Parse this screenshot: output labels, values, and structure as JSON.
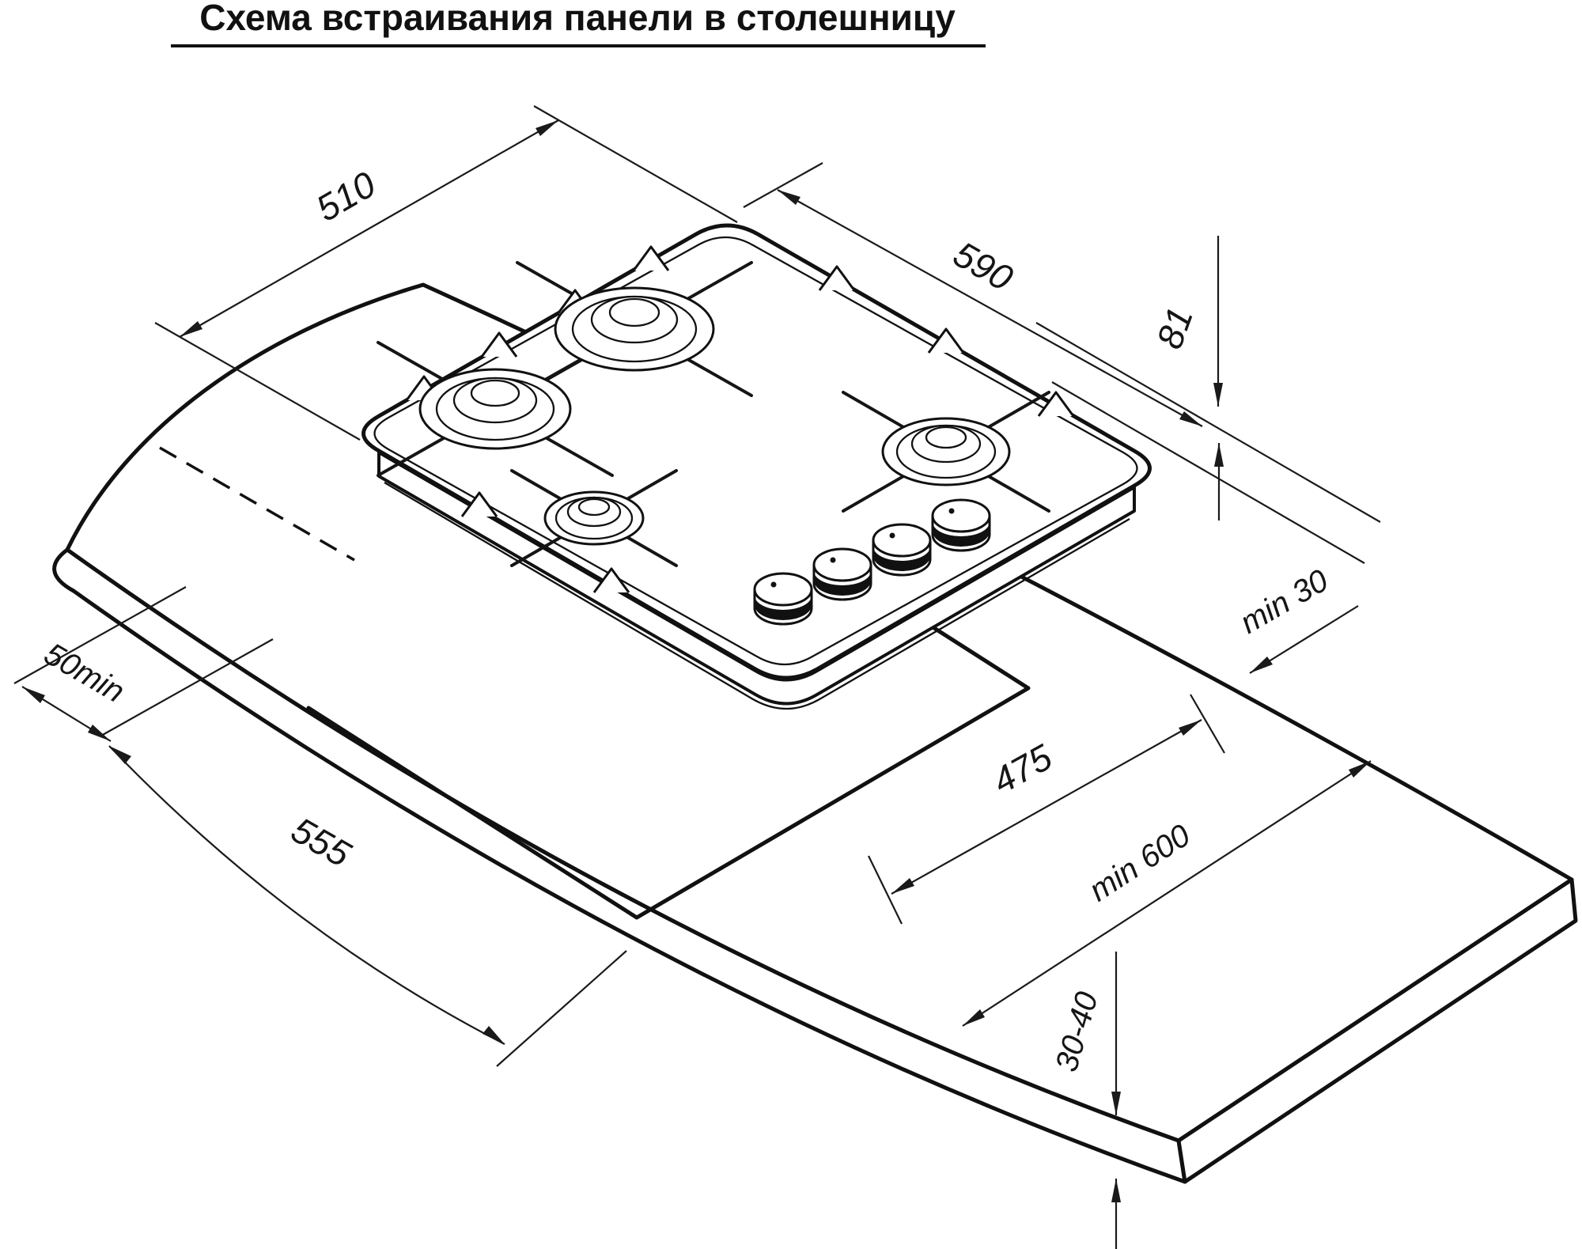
{
  "page": {
    "title": "Схема встраивания панели в столешницу"
  },
  "diagram": {
    "type": "isometric installation drawing of a gas hob built into a worktop",
    "units_implied": "mm",
    "dimensions": {
      "panel_depth": "510",
      "panel_width": "590",
      "panel_height": "81",
      "rear_clearance": "min 30",
      "front_clearance": "50min",
      "cutout_length": "555",
      "cutout_depth": "475",
      "worktop_depth": "min 600",
      "worktop_thickness": "30-40"
    }
  }
}
